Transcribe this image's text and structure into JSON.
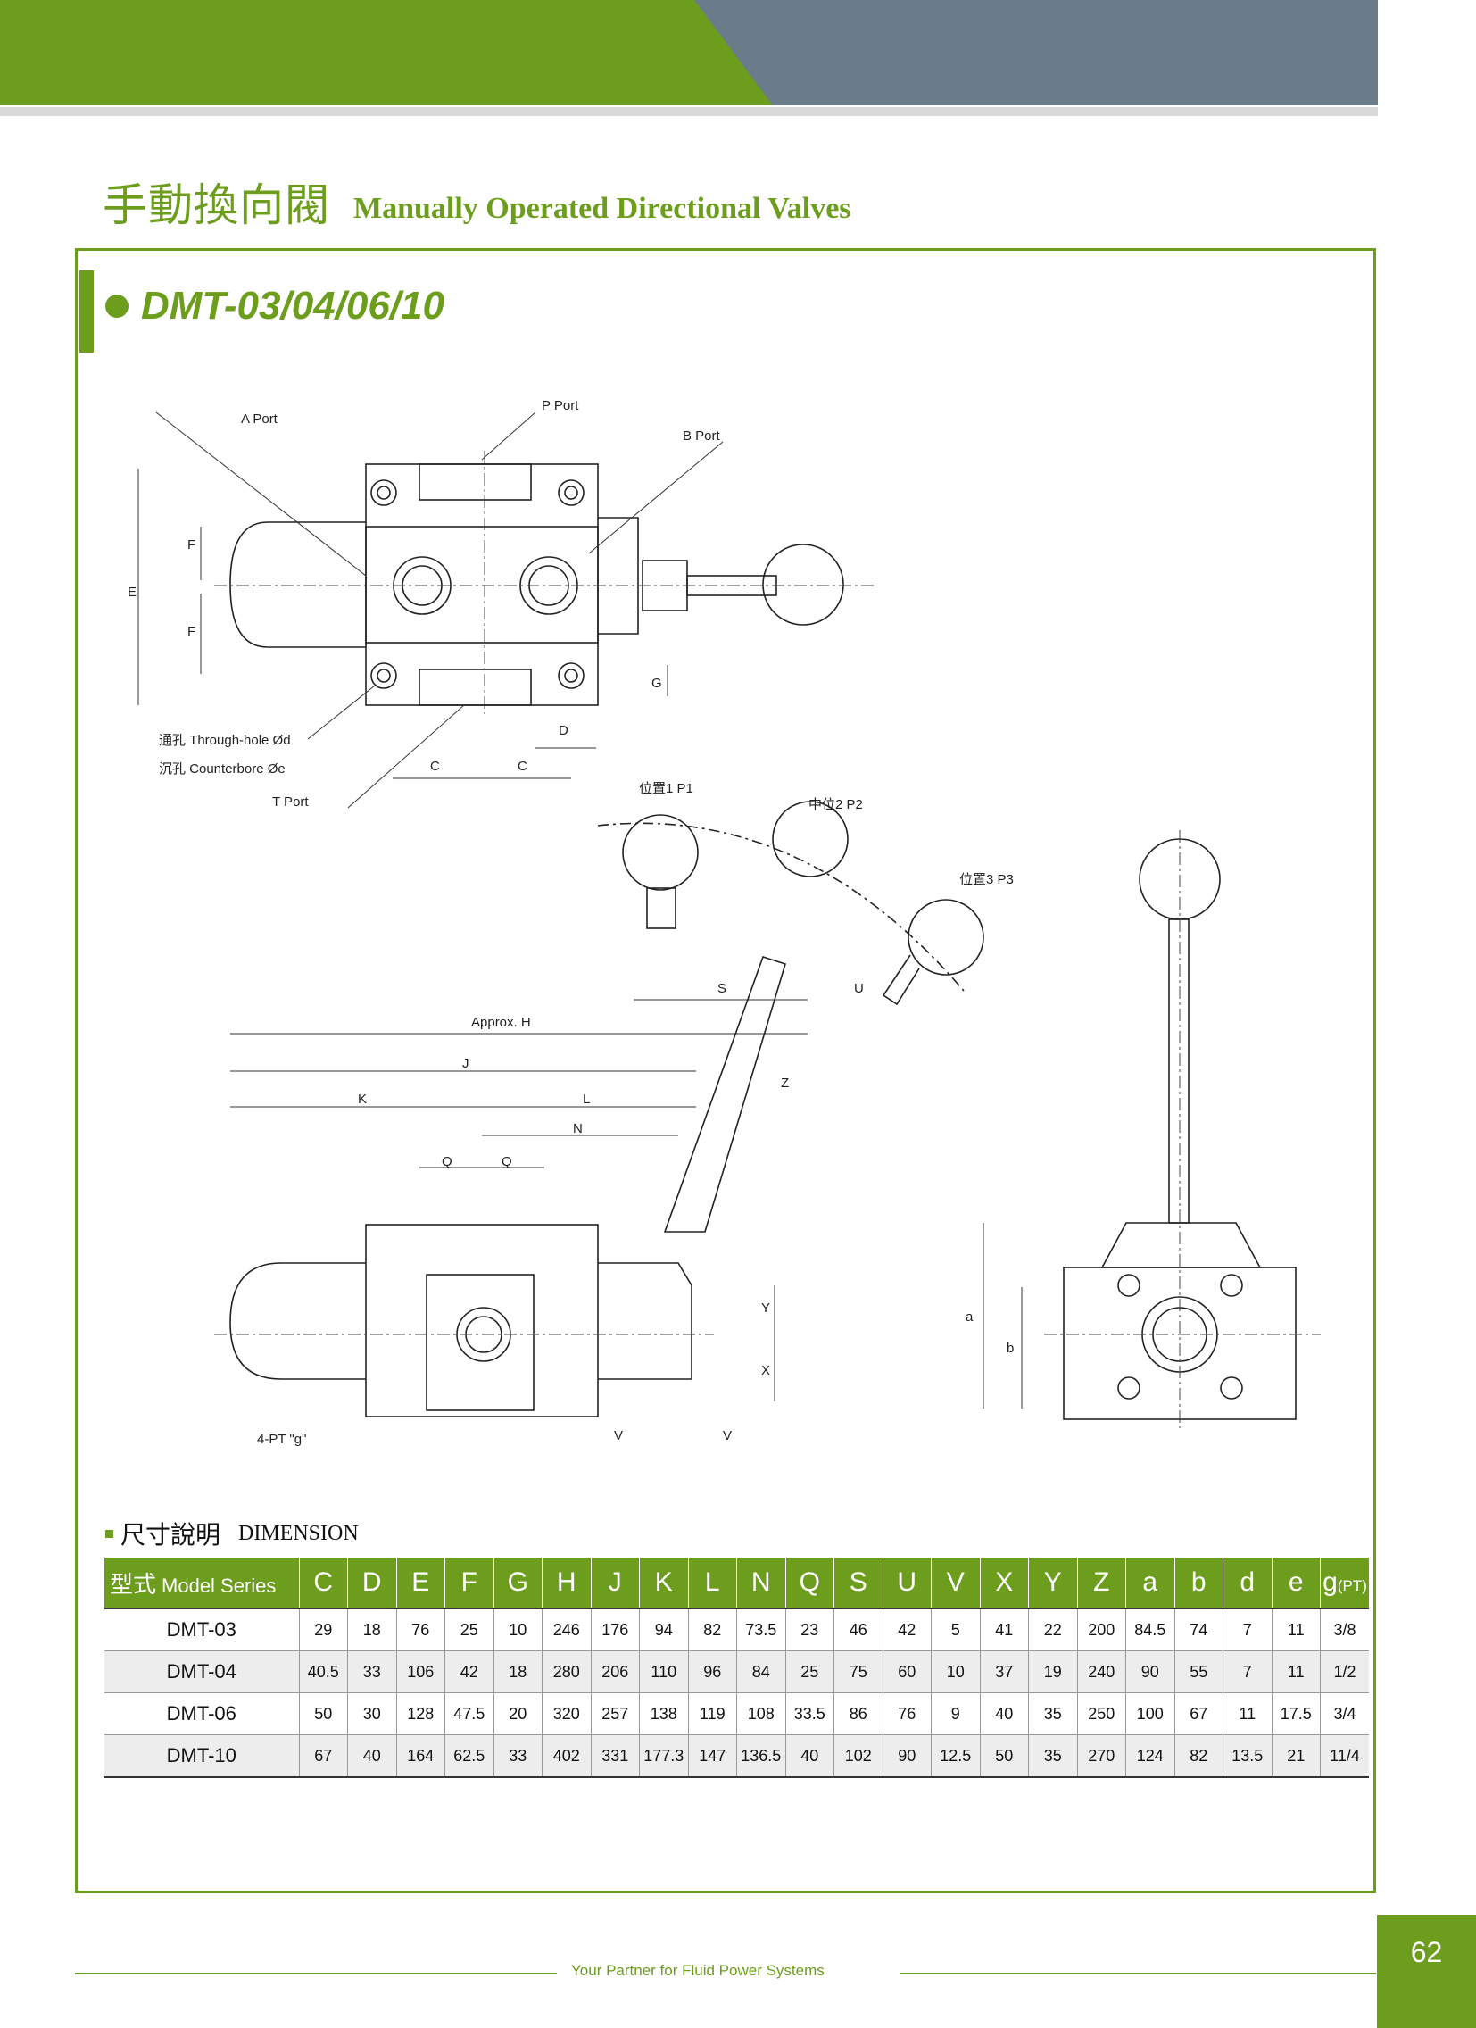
{
  "header": {
    "title_zh": "手動換向閥",
    "title_en": "Manually Operated Directional Valves"
  },
  "colors": {
    "brand_green": "#6d9d1c",
    "header_gray": "#6a7c8a",
    "row_shade": "#ededed"
  },
  "section": {
    "model_title": "DMT-03/04/06/10"
  },
  "drawing_labels": {
    "a_port": "A Port",
    "p_port": "P Port",
    "b_port": "B Port",
    "t_port": "T Port",
    "through_hole": "通孔 Through-hole Ød",
    "counterbore": "沉孔 Counterbore Øe",
    "pos1": "位置1 P1",
    "pos2": "中位2 P2",
    "pos3": "位置3 P3",
    "approx_h": "Approx. H",
    "pt_g": "4-PT \"g\"",
    "E": "E",
    "F": "F",
    "G": "G",
    "C": "C",
    "D": "D",
    "S": "S",
    "U": "U",
    "Z": "Z",
    "J": "J",
    "K": "K",
    "L": "L",
    "N": "N",
    "Q": "Q",
    "X": "X",
    "Y": "Y",
    "V": "V",
    "a": "a",
    "b": "b"
  },
  "dimension": {
    "heading_zh": "尺寸說明",
    "heading_en": "DIMENSION",
    "model_header_zh": "型式",
    "model_header_en": "Model Series",
    "columns": [
      "C",
      "D",
      "E",
      "F",
      "G",
      "H",
      "J",
      "K",
      "L",
      "N",
      "Q",
      "S",
      "U",
      "V",
      "X",
      "Y",
      "Z",
      "a",
      "b",
      "d",
      "e",
      "g"
    ],
    "g_suffix": "(PT)",
    "rows": [
      {
        "model": "DMT-03",
        "values": [
          "29",
          "18",
          "76",
          "25",
          "10",
          "246",
          "176",
          "94",
          "82",
          "73.5",
          "23",
          "46",
          "42",
          "5",
          "41",
          "22",
          "200",
          "84.5",
          "74",
          "7",
          "11",
          "3/8"
        ]
      },
      {
        "model": "DMT-04",
        "values": [
          "40.5",
          "33",
          "106",
          "42",
          "18",
          "280",
          "206",
          "110",
          "96",
          "84",
          "25",
          "75",
          "60",
          "10",
          "37",
          "19",
          "240",
          "90",
          "55",
          "7",
          "11",
          "1/2"
        ]
      },
      {
        "model": "DMT-06",
        "values": [
          "50",
          "30",
          "128",
          "47.5",
          "20",
          "320",
          "257",
          "138",
          "119",
          "108",
          "33.5",
          "86",
          "76",
          "9",
          "40",
          "35",
          "250",
          "100",
          "67",
          "11",
          "17.5",
          "3/4"
        ]
      },
      {
        "model": "DMT-10",
        "values": [
          "67",
          "40",
          "164",
          "62.5",
          "33",
          "402",
          "331",
          "177.3",
          "147",
          "136.5",
          "40",
          "102",
          "90",
          "12.5",
          "50",
          "35",
          "270",
          "124",
          "82",
          "13.5",
          "21",
          "11/4"
        ]
      }
    ]
  },
  "footer": {
    "tagline": "Your Partner for Fluid Power Systems",
    "page_number": "62"
  }
}
